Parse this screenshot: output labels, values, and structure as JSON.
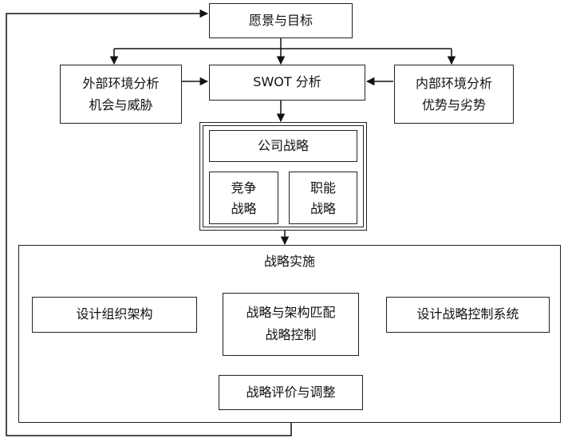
{
  "vision_goals": "愿景与目标",
  "external_analysis": {
    "line1": "外部环境分析",
    "line2": "机会与威胁"
  },
  "swot_analysis": "SWOT 分析",
  "internal_analysis": {
    "line1": "内部环境分析",
    "line2": "优势与劣势"
  },
  "company_strategy": "公司战略",
  "competitive_strategy": {
    "line1": "竞争",
    "line2": "战略"
  },
  "functional_strategy": {
    "line1": "职能",
    "line2": "战略"
  },
  "strategy_implementation": "战略实施",
  "design_org_structure": "设计组织架构",
  "strategy_structure_match": {
    "line1": "战略与架构匹配",
    "line2": "战略控制"
  },
  "design_control_system": "设计战略控制系统",
  "strategy_evaluation": "战略评价与调整"
}
